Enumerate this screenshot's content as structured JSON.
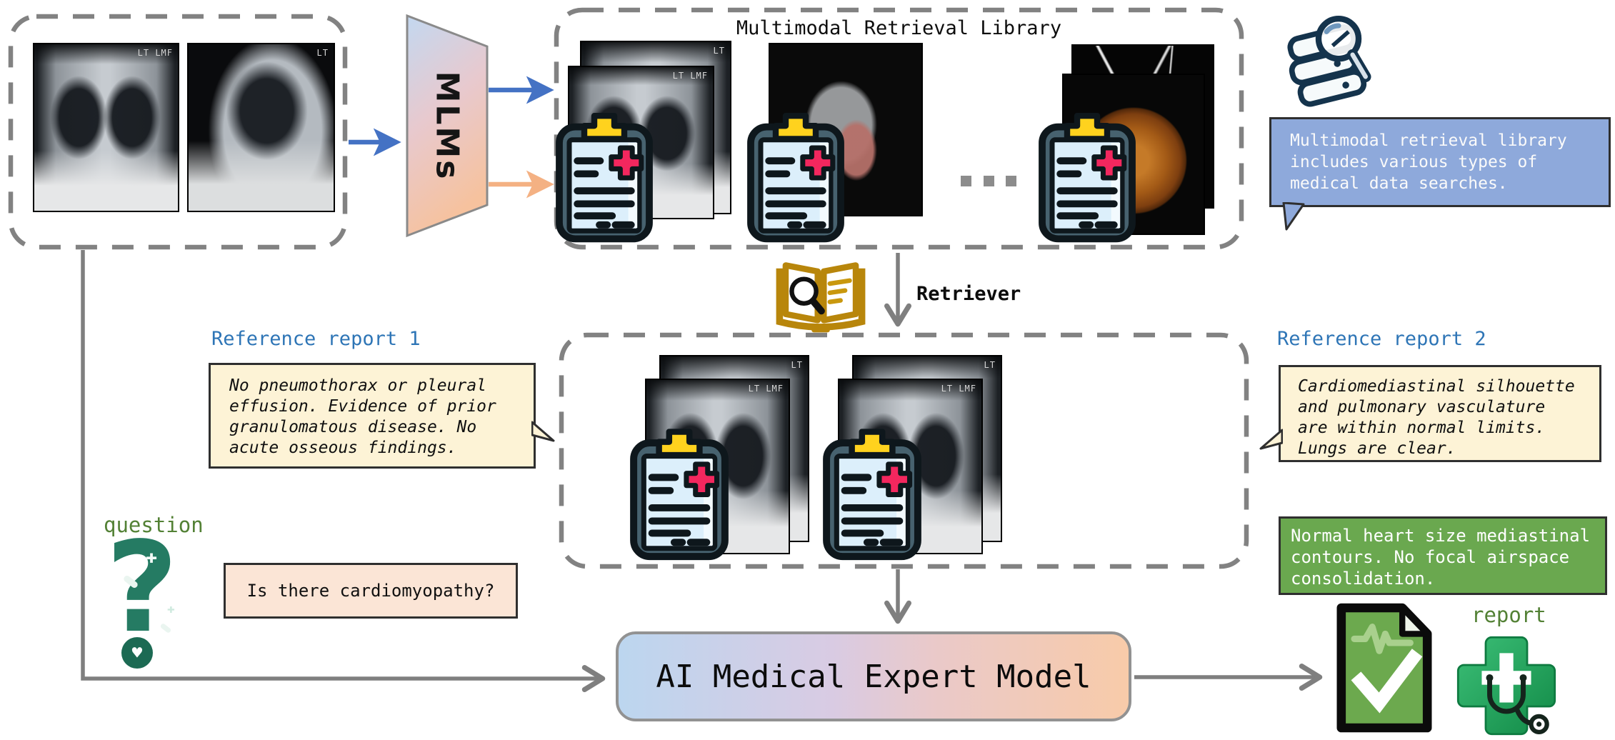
{
  "input": {
    "frontal_marker": "LT LMF",
    "lateral_marker": "LT"
  },
  "mlms": {
    "label": "MLMs"
  },
  "library": {
    "title": "Multimodal Retrieval Library"
  },
  "library_note": {
    "lines": [
      "Multimodal retrieval library",
      "includes various types of",
      "medical data searches."
    ]
  },
  "retriever": {
    "label": "Retriever"
  },
  "reference_report_1": {
    "title": "Reference report 1",
    "lines": [
      "No pneumothorax or pleural",
      "effusion. Evidence of prior",
      "granulomatous disease. No",
      "acute osseous findings."
    ]
  },
  "reference_report_2": {
    "title": "Reference report 2",
    "lines": [
      "Cardiomediastinal silhouette",
      "and pulmonary vasculature",
      "are within normal limits.",
      "Lungs are clear."
    ]
  },
  "question": {
    "label": "question",
    "text": "Is there cardiomyopathy?"
  },
  "model": {
    "label": "AI Medical Expert Model"
  },
  "answer": {
    "lines": [
      "Normal heart size mediastinal",
      "contours. No focal airspace",
      "consolidation."
    ]
  },
  "report": {
    "label": "report"
  },
  "icons": {
    "question_mark": "?",
    "cross_glyph": "✚",
    "heart_glyph": "♥",
    "books_search": "stack-of-books-with-magnifier",
    "retriever_book": "open-book-with-magnifier",
    "clipboard_report": "medical-clipboard",
    "report_document": "green-document-with-checkmark",
    "medical_cross": "green-cross-with-stethoscope",
    "ellipsis": "· · ·"
  },
  "colors": {
    "blue-arrow": "#4472C4",
    "orange-arrow": "#F4B183",
    "gray-line": "#7F7F7F",
    "dash-border": "#828282",
    "note-blue-bg": "#8EA9DB",
    "report-bubble-bg": "#FDF3D6",
    "question-bubble-bg": "#FBE5D6",
    "answer-green-bg": "#6AA84F",
    "green-text": "#538135",
    "blue-title-text": "#2E75B6",
    "bubble-border": "#2F2F2F"
  }
}
